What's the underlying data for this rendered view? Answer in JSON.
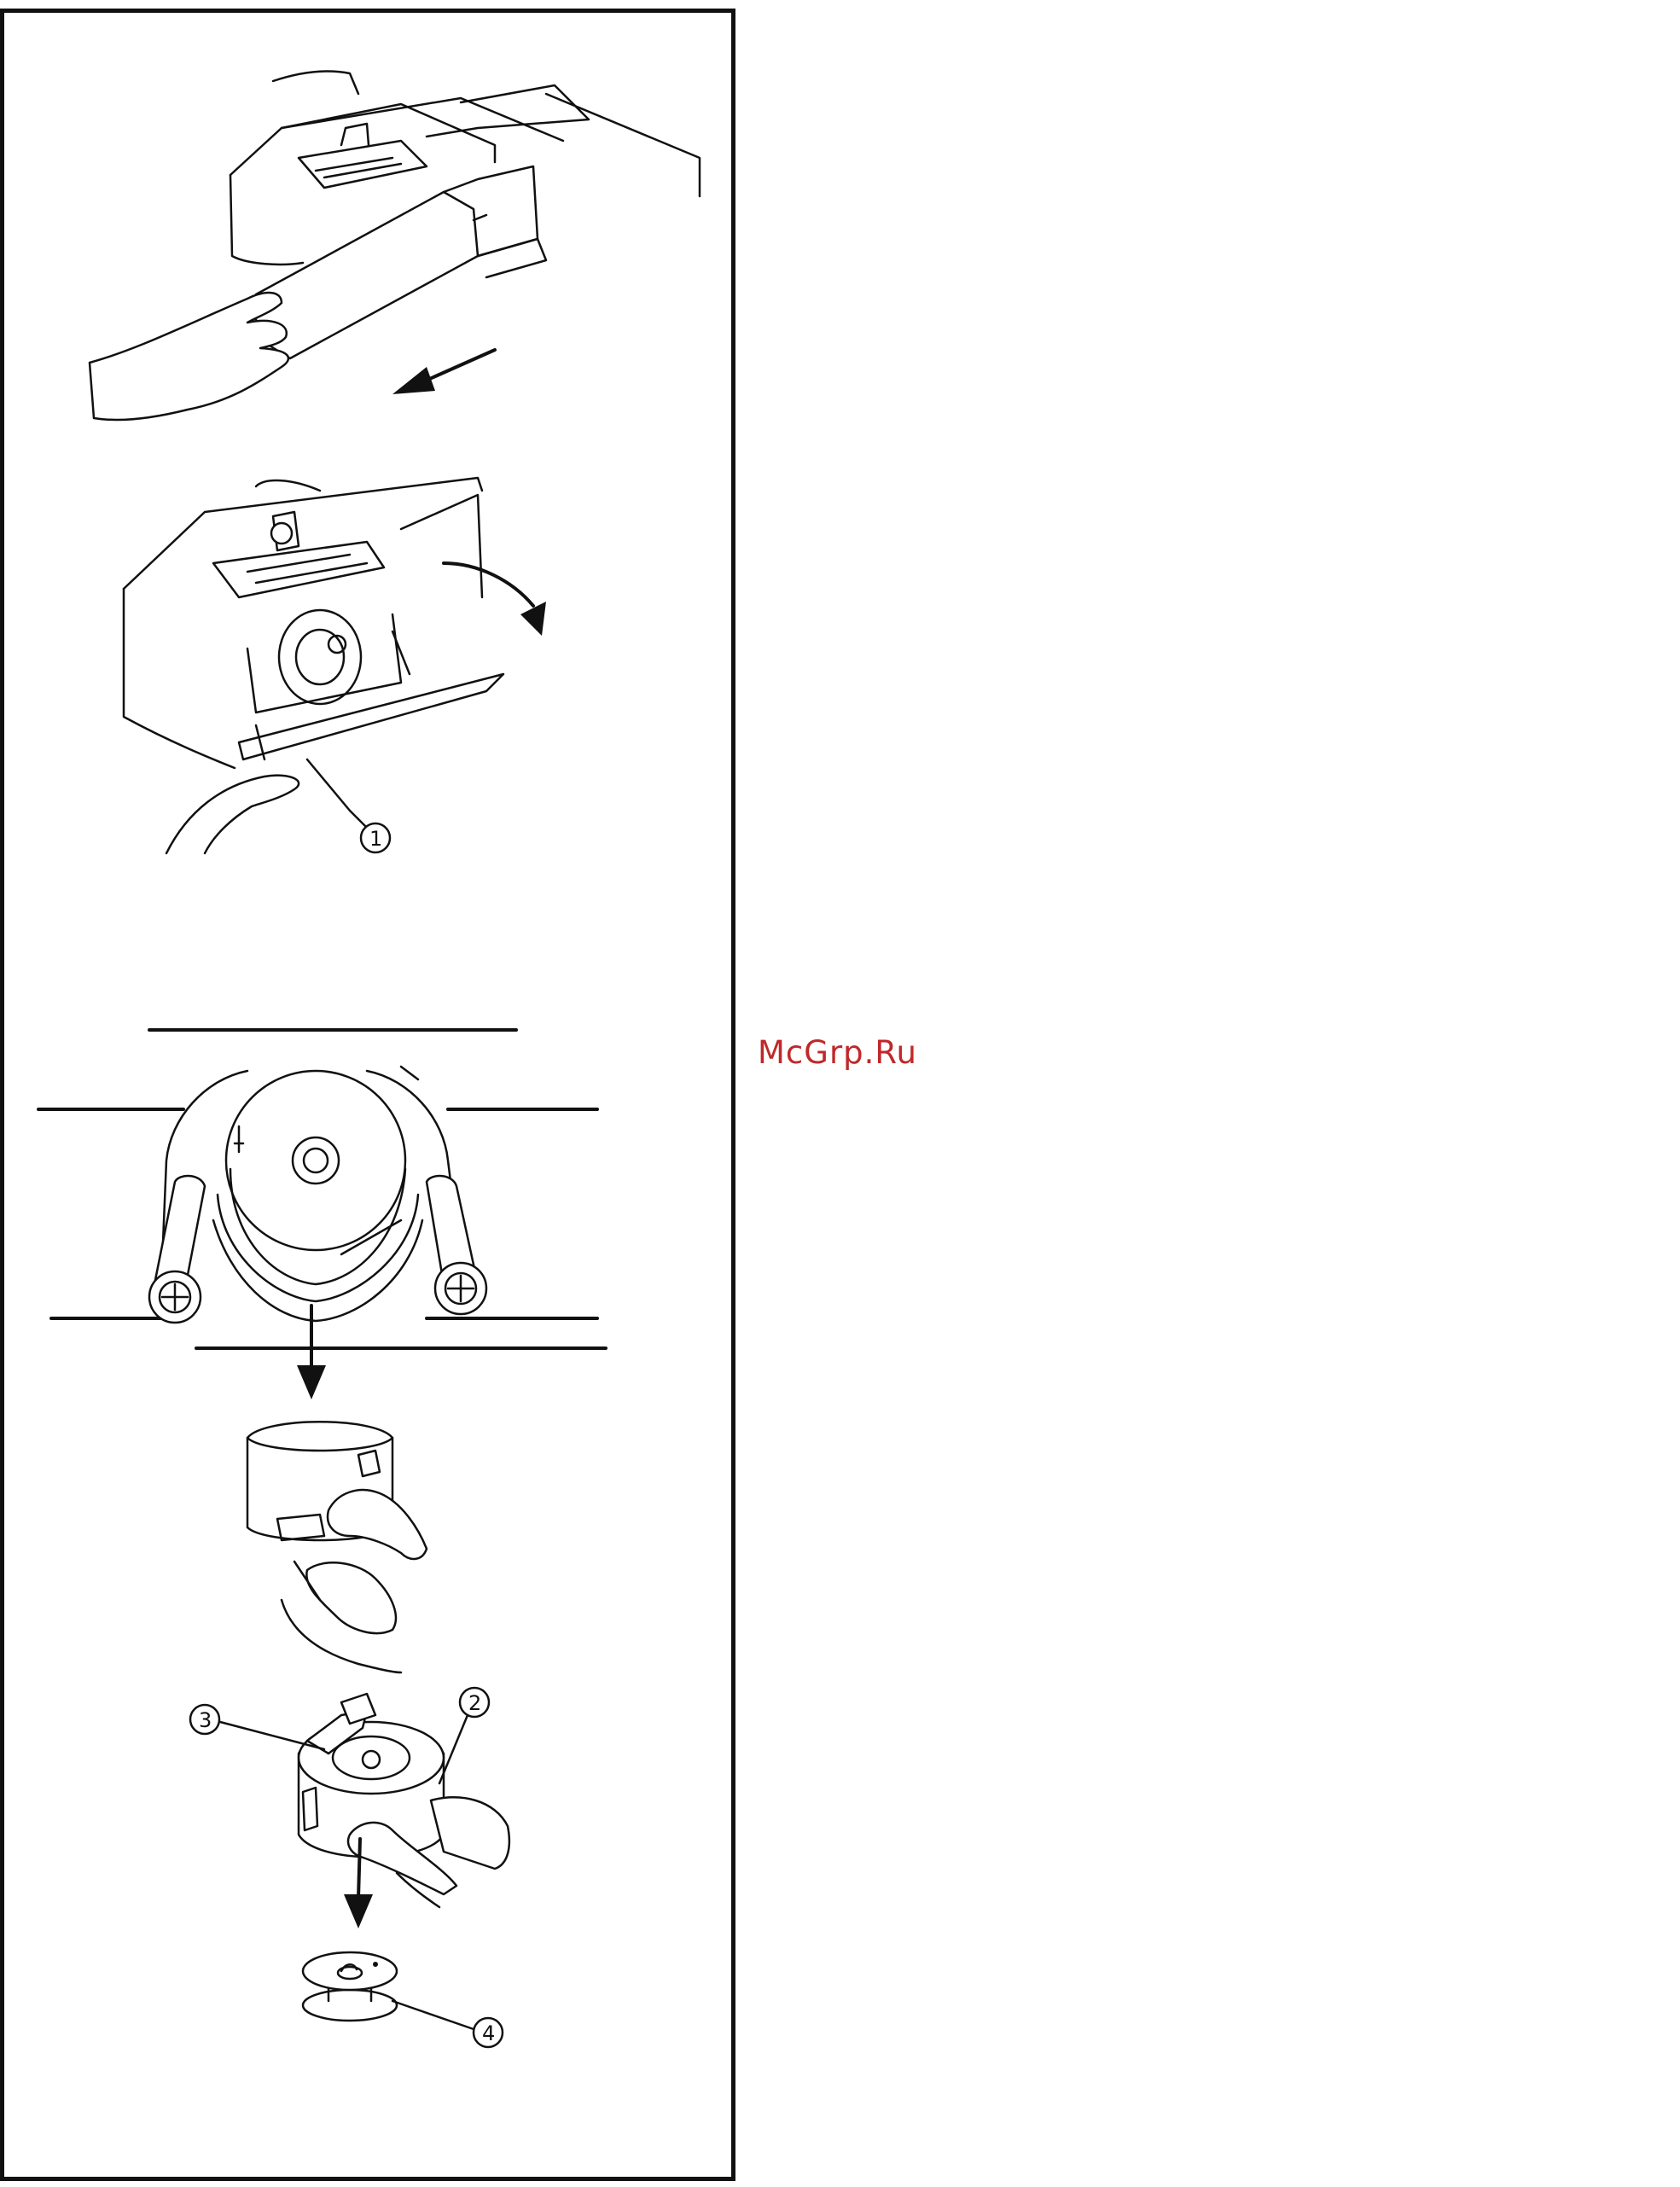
{
  "watermark": {
    "text": "McGrp.Ru",
    "color": "#c0282a"
  },
  "callouts": {
    "c1": "1",
    "c2": "2",
    "c3": "3",
    "c4": "4"
  },
  "figures": [
    {
      "id": "fig-remove-extension-table",
      "icons": [
        "hand-icon",
        "arrow-left-down-icon"
      ]
    },
    {
      "id": "fig-open-hook-cover",
      "icons": [
        "hand-icon",
        "curved-arrow-icon"
      ]
    },
    {
      "id": "fig-bobbin-case-removal",
      "icons": [
        "down-arrow-icon"
      ]
    },
    {
      "id": "fig-bobbin-case-hold",
      "icons": [
        "hand-icon"
      ]
    },
    {
      "id": "fig-bobbin-release",
      "icons": [
        "hand-icon",
        "down-arrow-icon",
        "bobbin-icon"
      ]
    }
  ]
}
